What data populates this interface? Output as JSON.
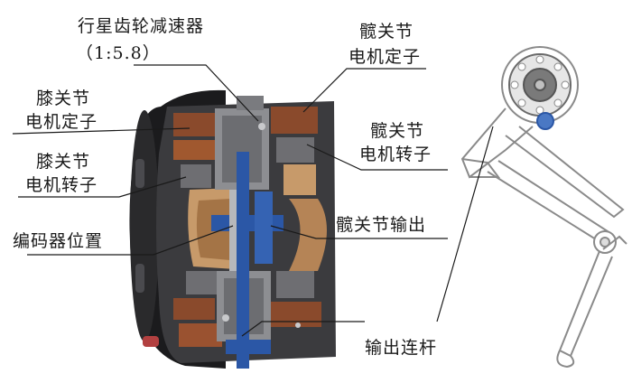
{
  "labels": {
    "planetary_gear": "行星齿轮减速器",
    "gear_ratio": "（1:5.8）",
    "knee_stator_l1": "膝关节",
    "knee_stator_l2": "电机定子",
    "knee_rotor_l1": "膝关节",
    "knee_rotor_l2": "电机转子",
    "encoder": "编码器位置",
    "hip_stator_l1": "髋关节",
    "hip_stator_l2": "电机定子",
    "hip_rotor_l1": "髋关节",
    "hip_rotor_l2": "电机转子",
    "hip_output": "髋关节输出",
    "output_link": "输出连杆"
  },
  "colors": {
    "housing": "#1b1b1d",
    "copper": "#8a4a2c",
    "bronze": "#c79a6a",
    "steel": "#8d8e92",
    "blue": "#2b57a6",
    "leg_outline": "#8a8a8a"
  }
}
